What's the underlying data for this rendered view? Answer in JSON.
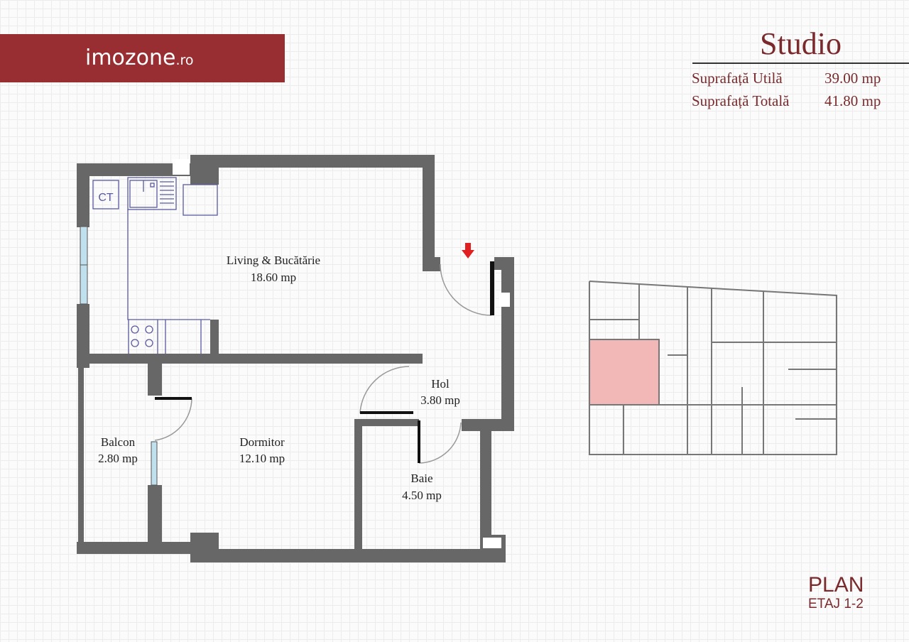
{
  "brand": {
    "name": "imozone",
    "tld": ".ro",
    "color": "#982e32"
  },
  "header": {
    "title": "Studio",
    "specs": [
      {
        "label": "Suprafață Utilă",
        "value": "39.00 mp"
      },
      {
        "label": "Suprafață Totală",
        "value": "41.80 mp"
      }
    ]
  },
  "rooms": [
    {
      "name": "Living & Bucătărie",
      "area": "18.60 mp"
    },
    {
      "name": "Hol",
      "area": "3.80 mp"
    },
    {
      "name": "Balcon",
      "area": "2.80 mp"
    },
    {
      "name": "Dormitor",
      "area": "12.10 mp"
    },
    {
      "name": "Baie",
      "area": "4.50 mp"
    }
  ],
  "fixtures": {
    "boiler_label": "CT"
  },
  "footer": {
    "plan": "PLAN",
    "floor": "ETAJ 1-2"
  },
  "colors": {
    "wall": "#676767",
    "window": "#bfe0ec",
    "highlight": "#f2b8b8",
    "accent": "#7a2a2c",
    "entry_arrow": "#e02020"
  }
}
